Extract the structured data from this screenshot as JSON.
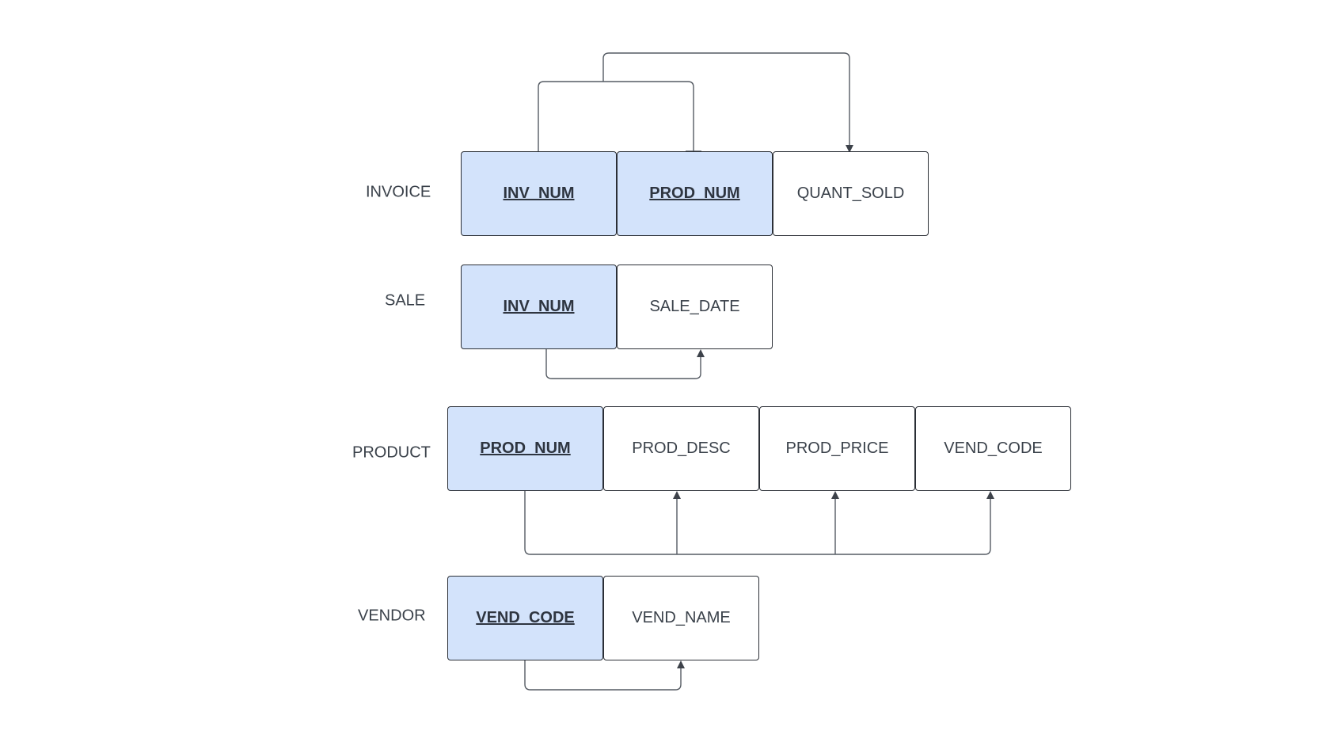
{
  "colors": {
    "primary_key_fill": "#d3e3fb",
    "attribute_fill": "#ffffff",
    "border": "#2b2f36",
    "text": "#3a414a",
    "connector": "#555b63"
  },
  "tables": [
    {
      "name": "INVOICE",
      "attributes": [
        {
          "label": "INV_NUM",
          "primary_key": true
        },
        {
          "label": "PROD_NUM",
          "primary_key": true
        },
        {
          "label": "QUANT_SOLD",
          "primary_key": false
        }
      ]
    },
    {
      "name": "SALE",
      "attributes": [
        {
          "label": "INV_NUM",
          "primary_key": true
        },
        {
          "label": "SALE_DATE",
          "primary_key": false
        }
      ]
    },
    {
      "name": "PRODUCT",
      "attributes": [
        {
          "label": "PROD_NUM",
          "primary_key": true
        },
        {
          "label": "PROD_DESC",
          "primary_key": false
        },
        {
          "label": "PROD_PRICE",
          "primary_key": false
        },
        {
          "label": "VEND_CODE",
          "primary_key": false
        }
      ]
    },
    {
      "name": "VENDOR",
      "attributes": [
        {
          "label": "VEND_CODE",
          "primary_key": true
        },
        {
          "label": "VEND_NAME",
          "primary_key": false
        }
      ]
    }
  ],
  "dependencies": [
    {
      "table": "INVOICE",
      "from": [
        "INV_NUM",
        "PROD_NUM"
      ],
      "to": [
        "QUANT_SOLD"
      ]
    },
    {
      "table": "SALE",
      "from": [
        "INV_NUM"
      ],
      "to": [
        "SALE_DATE"
      ]
    },
    {
      "table": "PRODUCT",
      "from": [
        "PROD_NUM"
      ],
      "to": [
        "PROD_DESC",
        "PROD_PRICE",
        "VEND_CODE"
      ]
    },
    {
      "table": "VENDOR",
      "from": [
        "VEND_CODE"
      ],
      "to": [
        "VEND_NAME"
      ]
    }
  ]
}
